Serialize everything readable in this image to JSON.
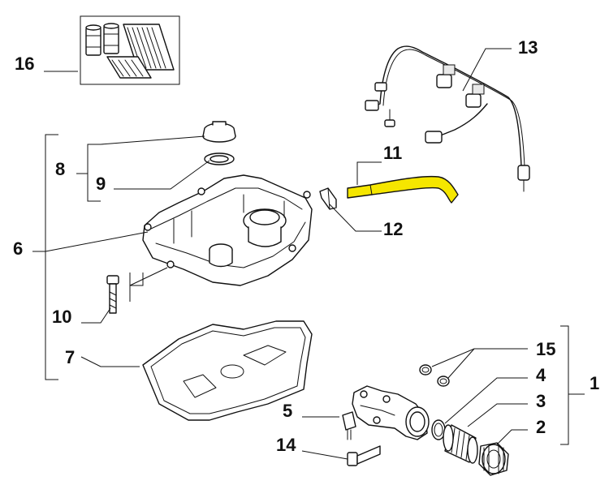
{
  "callouts": {
    "c1": "1",
    "c2": "2",
    "c3": "3",
    "c4": "4",
    "c5": "5",
    "c6": "6",
    "c7": "7",
    "c8": "8",
    "c9": "9",
    "c10": "10",
    "c11": "11",
    "c12": "12",
    "c13": "13",
    "c14": "14",
    "c15": "15",
    "c16": "16"
  },
  "colors": {
    "highlight": "#f5e600",
    "ink": "#111111",
    "background": "#ffffff"
  }
}
